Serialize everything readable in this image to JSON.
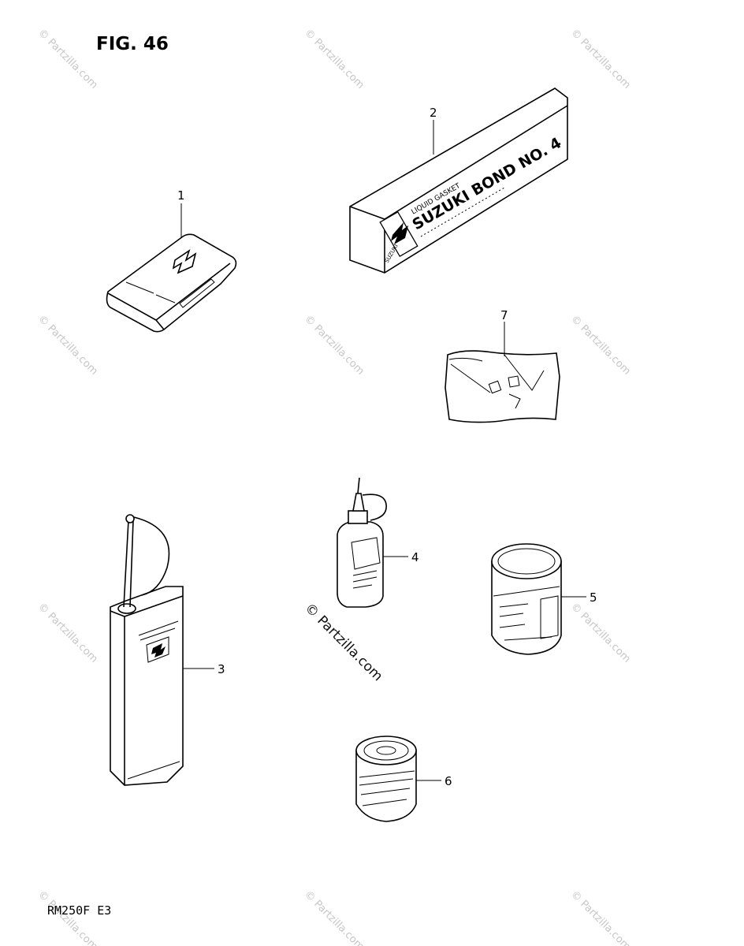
{
  "figure": {
    "title": "FIG. 46",
    "model_code": "RM250F  E3"
  },
  "watermark": {
    "text": "© Partzilla.com"
  },
  "callouts": [
    "1",
    "2",
    "3",
    "4",
    "5",
    "6",
    "7"
  ],
  "packaging_text": {
    "bond_line1": "LIQUID GASKET",
    "bond_line2": "SUZUKI BOND NO. 4",
    "bond_brand": "SUZUKI"
  }
}
